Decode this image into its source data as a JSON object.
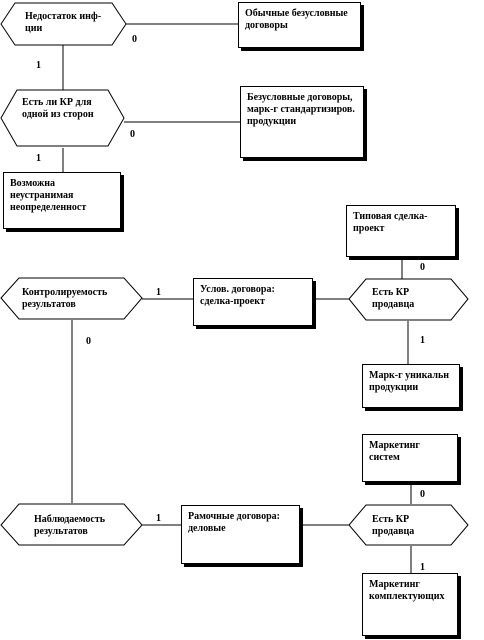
{
  "diagram": {
    "decisions": [
      {
        "id": "d1",
        "label": "Недостаток инф-ции"
      },
      {
        "id": "d2",
        "label": "Есть ли КР для одной из сторон"
      },
      {
        "id": "d3",
        "label": "Контролируемость результатов"
      },
      {
        "id": "d4",
        "label": "Есть КР продавца"
      },
      {
        "id": "d5",
        "label": "Наблюдаемость результатов"
      },
      {
        "id": "d6",
        "label": "Есть КР продавца"
      }
    ],
    "boxes": [
      {
        "id": "b1",
        "label": "Обычные безусловные договоры"
      },
      {
        "id": "b2",
        "label": "Безусловные договоры, марк-г стандартизиров. продукции"
      },
      {
        "id": "b3",
        "label": "Возможна неустранимая неопределенност"
      },
      {
        "id": "b4",
        "label": "Типовая сделка-проект"
      },
      {
        "id": "b5",
        "label": "Услов. договора: сделка-проект"
      },
      {
        "id": "b6",
        "label": "Марк-г уникальн продукции"
      },
      {
        "id": "b7",
        "label": "Маркетинг систем"
      },
      {
        "id": "b8",
        "label": "Рамочные договора: деловые"
      },
      {
        "id": "b9",
        "label": "Маркетинг комплектующих"
      }
    ],
    "edge_labels": {
      "d1_no": "0",
      "d1_yes": "1",
      "d2_no": "0",
      "d2_yes": "1",
      "d3_yes": "1",
      "d3_no": "0",
      "d4_no": "0",
      "d4_yes": "1",
      "d5_yes": "1",
      "d6_no": "0",
      "d6_yes": "1"
    }
  }
}
